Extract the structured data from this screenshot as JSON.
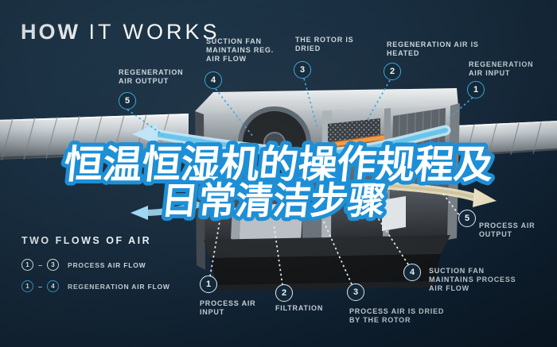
{
  "header": {
    "title_bold": "HOW",
    "title_light": "IT WORKS"
  },
  "overlay": {
    "line1": "恒温恒湿机的操作规程及",
    "line2": "日常清洁步骤"
  },
  "regeneration_flow": {
    "steps": [
      {
        "num": "1",
        "label": "REGENERATION AIR INPUT"
      },
      {
        "num": "2",
        "label": "REGENERATION AIR IS HEATED"
      },
      {
        "num": "3",
        "label": "THE ROTOR IS DRIED"
      },
      {
        "num": "4",
        "label": "SUCTION FAN MAINTAINS REG. AIR FLOW"
      },
      {
        "num": "5",
        "label": "REGENERATION AIR OUTPUT"
      }
    ]
  },
  "process_flow": {
    "steps": [
      {
        "num": "1",
        "label": "PROCESS AIR INPUT"
      },
      {
        "num": "2",
        "label": "FILTRATION"
      },
      {
        "num": "3",
        "label": "PROCESS AIR IS DRIED BY THE ROTOR"
      },
      {
        "num": "4",
        "label": "SUCTION FAN MAINTAINS PROCESS AIR FLOW"
      },
      {
        "num": "5",
        "label": "PROCESS AIR OUTPUT"
      }
    ]
  },
  "legend": {
    "title": "TWO FLOWS OF AIR",
    "separator": "–",
    "rows": [
      {
        "from": "1",
        "to": "3",
        "label": "PROCESS AIR FLOW",
        "style": "white"
      },
      {
        "from": "1",
        "to": "4",
        "label": "REGENERATION AIR FLOW",
        "style": "cyan"
      }
    ]
  },
  "colors": {
    "background": "#16293a",
    "accent_cyan": "#3fa6d6",
    "badge_white": "#e8eef1",
    "overlay_fill": "#ffffff",
    "overlay_stroke": "#1d8fd6",
    "heater_orange": "#e8862f",
    "flow_tan": "#e9dfc2"
  }
}
